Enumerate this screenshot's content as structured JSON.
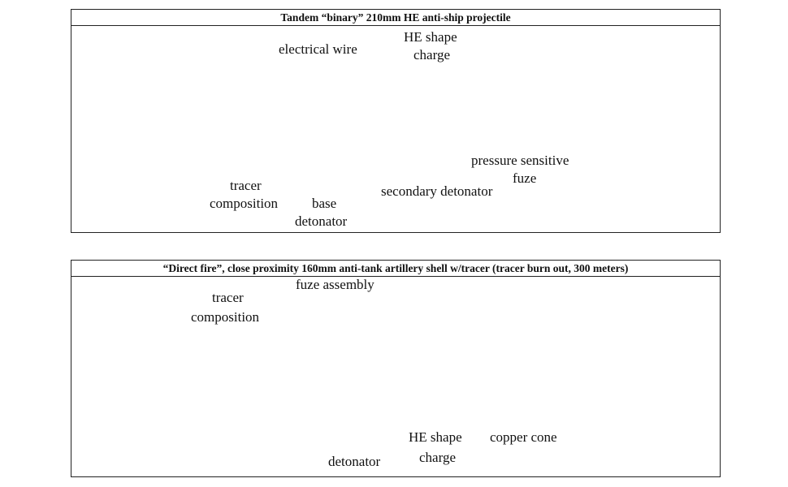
{
  "diagram1": {
    "title": "Tandem “binary” 210mm HE anti-ship projectile",
    "labels": {
      "electrical_wire": "electrical wire",
      "he_shape_charge_1": "HE shape",
      "he_shape_charge_2": "charge",
      "tracer_composition_1": "tracer",
      "tracer_composition_2": "composition",
      "base_detonator_1": "base",
      "base_detonator_2": "detonator",
      "secondary_detonator": "secondary detonator",
      "pressure_fuze_1": "pressure sensitive",
      "pressure_fuze_2": "fuze"
    }
  },
  "diagram2": {
    "title": "“Direct fire”, close proximity 160mm anti-tank artillery shell w/tracer (tracer burn out, 300 meters)",
    "labels": {
      "fuze_assembly": "fuze assembly",
      "tracer_composition_1": "tracer",
      "tracer_composition_2": "composition",
      "detonator": "detonator",
      "he_shape_charge_1": "HE shape",
      "he_shape_charge_2": "charge",
      "copper_cone": "copper cone"
    }
  }
}
